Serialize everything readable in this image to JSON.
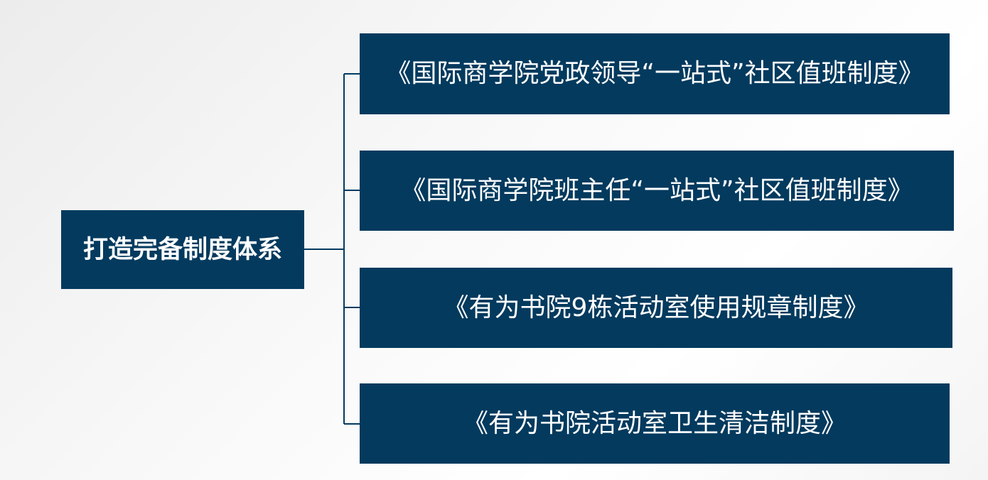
{
  "root": {
    "label": "打造完备制度体系"
  },
  "children": [
    {
      "label": "《国际商学院党政领导“一站式”社区值班制度》"
    },
    {
      "label": "《国际商学院班主任“一站式”社区值班制度》"
    },
    {
      "label": "《有为书院9栋活动室使用规章制度》"
    },
    {
      "label": "《有为书院活动室卫生清洁制度》"
    }
  ],
  "colors": {
    "box_fill": "#033a5e",
    "text": "#ffffff",
    "connector": "#033a5e"
  }
}
